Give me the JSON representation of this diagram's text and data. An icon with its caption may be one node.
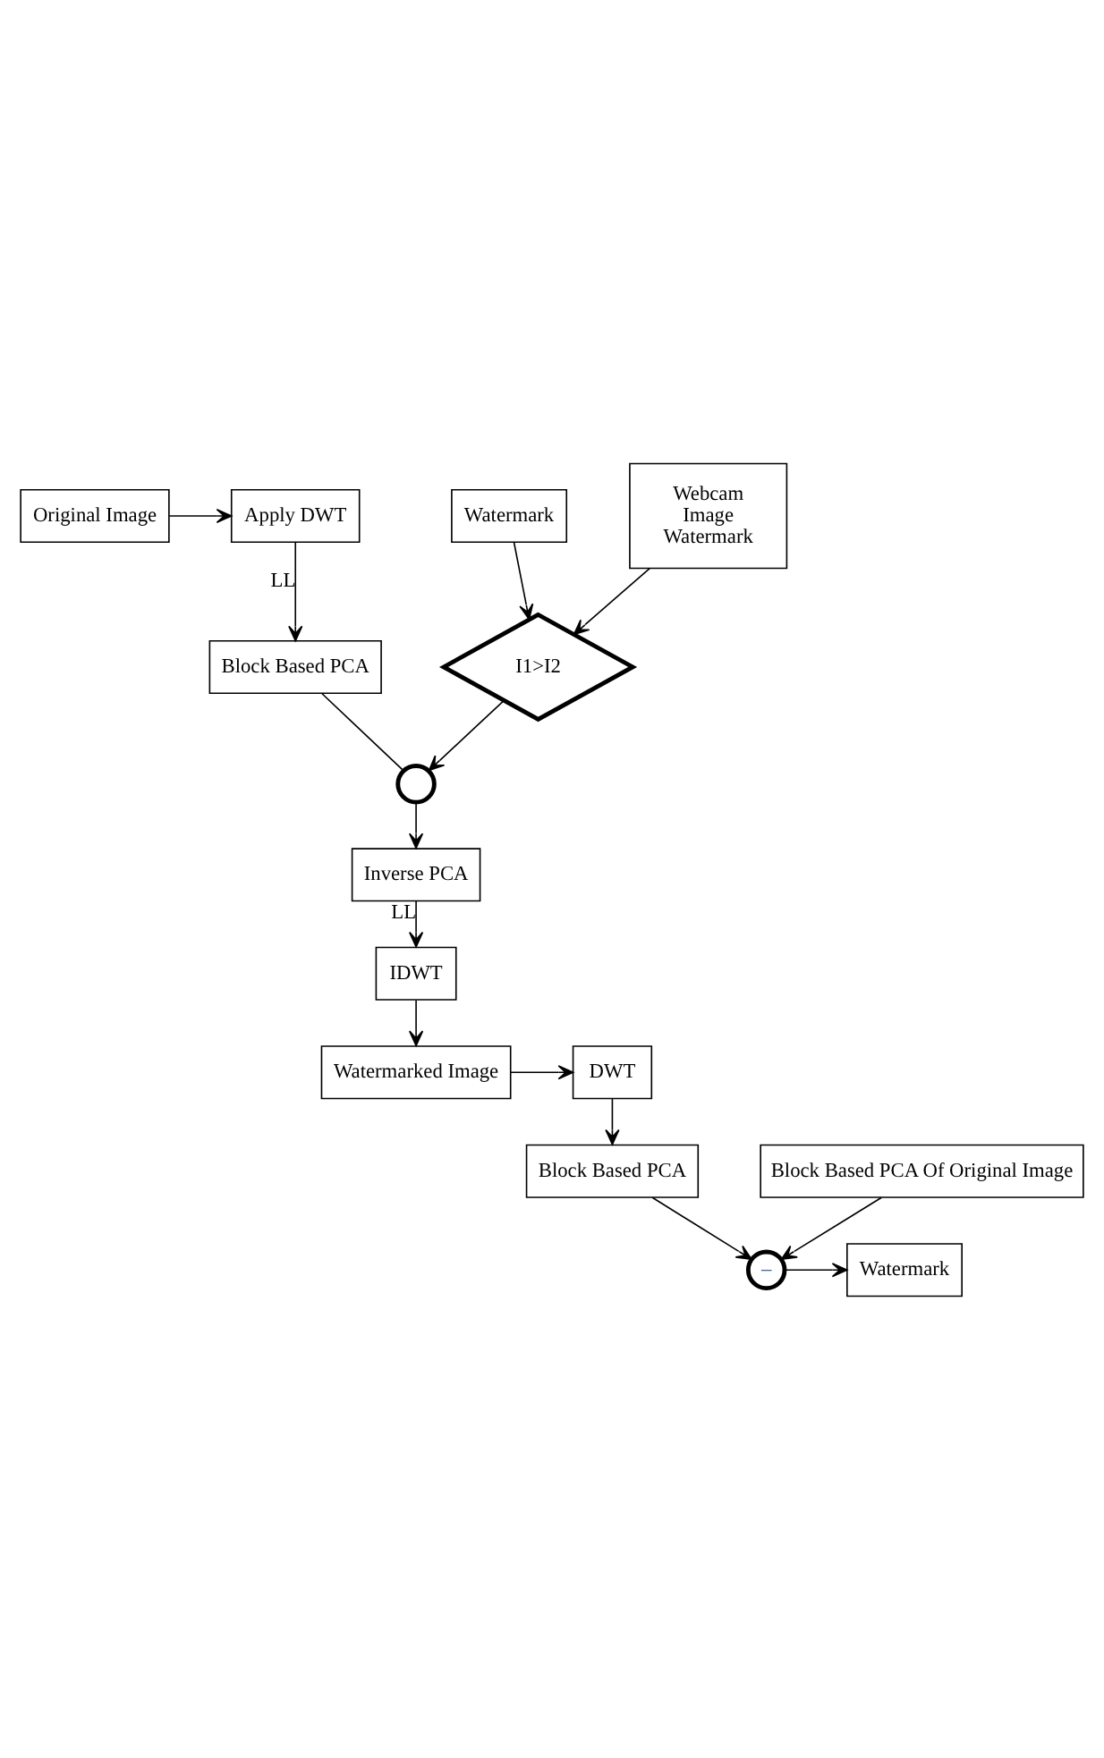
{
  "diagram": {
    "nodes": [
      {
        "text": [
          "Original Image"
        ]
      },
      {
        "text": [
          "Apply DWT"
        ]
      },
      {
        "text": [
          "Block Based PCA"
        ]
      },
      {
        "text": [],
        "shape": "circle"
      },
      {
        "text": [
          "Watermark"
        ]
      },
      {
        "text": [
          "I1>I2"
        ]
      },
      {
        "text": [
          "Webcam Image Watermark"
        ]
      },
      {
        "text": [
          "Inverse PCA"
        ]
      },
      {
        "text": [
          "IDWT"
        ]
      },
      {
        "text": [
          "Watermarked Image"
        ]
      },
      {
        "text": [
          "DWT"
        ]
      },
      {
        "text": [
          "Block Based PCA"
        ]
      },
      {
        "text": [
          "–"
        ]
      },
      {
        "text": [
          "Watermark"
        ]
      },
      {
        "text": [
          "Block Based PCA Of Original Image"
        ]
      }
    ],
    "edges": [
      {
        "from": 0,
        "to": 1,
        "arrow": "to"
      },
      {
        "from": 1,
        "to": 2,
        "arrow": "to",
        "label": "LL"
      },
      {
        "from": 2,
        "to": 3,
        "arrow": "none"
      },
      {
        "from": 4,
        "to": 5,
        "arrow": "to"
      },
      {
        "from": 6,
        "to": 5,
        "arrow": "to"
      },
      {
        "from": 5,
        "to": 3,
        "arrow": "to"
      },
      {
        "from": 3,
        "to": 7,
        "arrow": "to"
      },
      {
        "from": 7,
        "to": 8,
        "arrow": "to",
        "label": "LL"
      },
      {
        "from": 8,
        "to": 9,
        "arrow": "to"
      },
      {
        "from": 9,
        "to": 10,
        "arrow": "to"
      },
      {
        "from": 10,
        "to": 11,
        "arrow": "to"
      },
      {
        "from": 11,
        "to": 12,
        "arrow": "to"
      },
      {
        "from": 14,
        "to": 12,
        "arrow": "to"
      },
      {
        "from": 12,
        "to": 13,
        "arrow": "to"
      }
    ]
  }
}
